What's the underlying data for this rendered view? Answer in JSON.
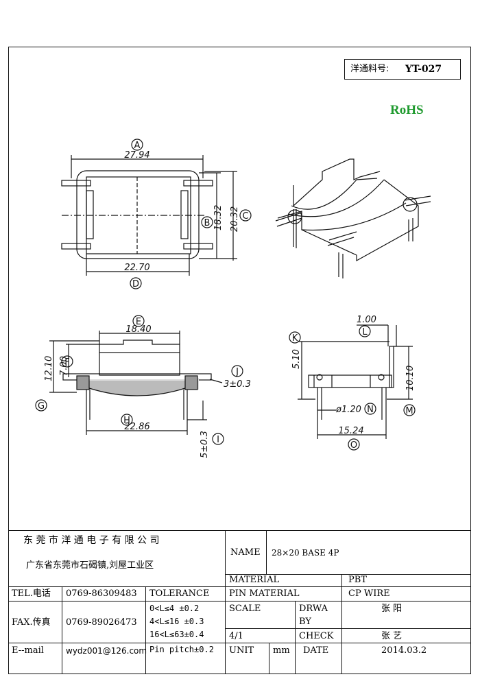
{
  "title_box": {
    "part_label": "洋通料号:",
    "part_no": "YT-027"
  },
  "rohs": "RoHS",
  "dims": {
    "A": "A",
    "A_val": "27.94",
    "B": "B",
    "B_val": "18.32",
    "C": "C",
    "C_val": "20.32",
    "D": "D",
    "D_val": "22.70",
    "E": "E",
    "E_val": "18.40",
    "F": "F",
    "F_val": "7.00",
    "G": "G",
    "G_val": "12.10",
    "H": "H",
    "H_val": "22.86",
    "I": "I",
    "I_val": "5±0.3",
    "J": "J",
    "J_val": "3±0.3",
    "K": "K",
    "K_val": "5.10",
    "L": "L",
    "L_val": "1.00",
    "M": "M",
    "M_val": "10.10",
    "N": "N",
    "N_val": "ø1.20",
    "O": "O",
    "O_val": "15.24"
  },
  "title_block": {
    "company": "东 莞 市 洋 通 电 子 有 限 公 司",
    "address": "广东省东莞市石碣镇,刘屋工业区",
    "tel_label": "TEL.电话",
    "tel": "0769-86309483",
    "fax_label": "FAX.传真",
    "fax": "0769-89026473",
    "email_label": "E--mail",
    "email": "wydz001@126.com",
    "tolerance_label": "TOLERANCE",
    "tol1": "0<L≤4  ±0.2",
    "tol2": "4<L≤16 ±0.3",
    "tol3": "16<L≤63±0.4",
    "tol4": "Pin pitch±0.2",
    "name_label": "NAME",
    "name": "28×20 BASE 4P",
    "material_label": "MATERIAL",
    "material": "PBT",
    "pin_material_label": "PIN MATERIAL",
    "pin_material": "CP WIRE",
    "scale_label": "SCALE",
    "scale": "4/1",
    "drawn_label_1": "DRWA",
    "drawn_label_2": "BY",
    "drawn": "张 阳",
    "check_label": "CHECK",
    "checked": "张 艺",
    "unit_label": "UNIT",
    "unit": "mm",
    "date_label": "DATE",
    "date": "2014.03.2"
  }
}
